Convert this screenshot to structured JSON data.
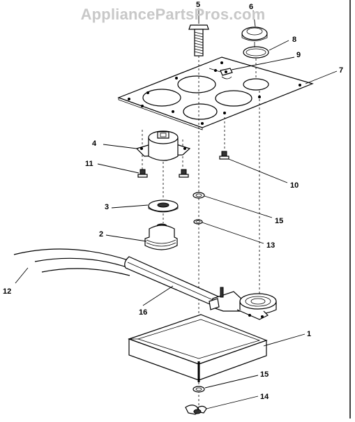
{
  "watermark": "AppliancePartsPros.com",
  "callouts": {
    "c1": "1",
    "c2": "2",
    "c3": "3",
    "c4": "4",
    "c5": "5",
    "c6": "6",
    "c7": "7",
    "c8": "8",
    "c9": "9",
    "c10": "10",
    "c11": "11",
    "c12": "12",
    "c13": "13",
    "c14": "14",
    "c15a": "15",
    "c15b": "15",
    "c16": "16"
  }
}
